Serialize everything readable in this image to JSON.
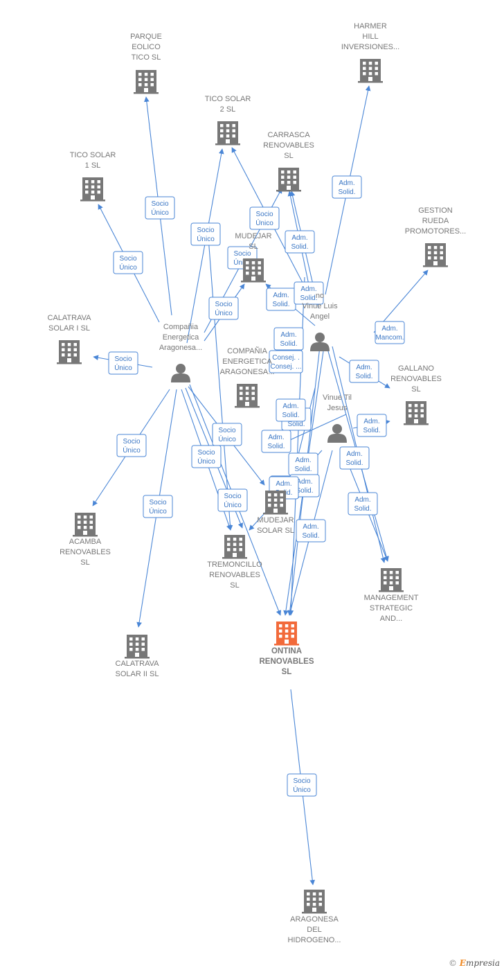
{
  "nodes": [
    {
      "id": "parque_eolico",
      "type": "company",
      "lines": [
        "PARQUE",
        "EOLICO",
        "TICO  SL"
      ]
    },
    {
      "id": "harmer",
      "type": "company",
      "lines": [
        "HARMER",
        "HILL",
        "INVERSIONES..."
      ]
    },
    {
      "id": "tico_solar_2",
      "type": "company",
      "lines": [
        "TICO SOLAR",
        "2  SL"
      ]
    },
    {
      "id": "carrasca",
      "type": "company",
      "lines": [
        "CARRASCA",
        "RENOVABLES",
        "SL"
      ]
    },
    {
      "id": "tico_solar_1",
      "type": "company",
      "lines": [
        "TICO SOLAR",
        "1  SL"
      ]
    },
    {
      "id": "gestion_rueda",
      "type": "company",
      "lines": [
        "GESTION",
        "RUEDA",
        "PROMOTORES..."
      ]
    },
    {
      "id": "mudejar_sl",
      "type": "company",
      "lines": [
        "MUDEJAR",
        "SL"
      ]
    },
    {
      "id": "calatrava_1",
      "type": "company",
      "lines": [
        "CALATRAVA",
        "SOLAR I  SL"
      ]
    },
    {
      "id": "compania_person",
      "type": "person",
      "lines": [
        "Compañia",
        "Energetica",
        "Aragonesa..."
      ]
    },
    {
      "id": "vinue_luis",
      "type": "person",
      "lines": [
        "no",
        "Vinue Luis",
        "Angel"
      ]
    },
    {
      "id": "compania_company",
      "type": "company",
      "lines": [
        "COMPAÑIA",
        "ENERGETICA",
        "ARAGONESA..."
      ]
    },
    {
      "id": "gallano",
      "type": "company",
      "lines": [
        "GALLANO",
        "RENOVABLES",
        "SL"
      ]
    },
    {
      "id": "vinue_jesus",
      "type": "person",
      "lines": [
        "Vinue Til",
        "Jesus"
      ]
    },
    {
      "id": "acamba",
      "type": "company",
      "lines": [
        "ACAMBA",
        "RENOVABLES",
        "SL"
      ]
    },
    {
      "id": "mudejar_solar",
      "type": "company",
      "lines": [
        "MUDEJAR",
        "SOLAR  SL"
      ]
    },
    {
      "id": "tremoncillo",
      "type": "company",
      "lines": [
        "TREMONCILLO",
        "RENOVABLES",
        "SL"
      ]
    },
    {
      "id": "management",
      "type": "company",
      "lines": [
        "MANAGEMENT",
        "STRATEGIC",
        "AND..."
      ]
    },
    {
      "id": "ontina",
      "type": "company",
      "main": true,
      "lines": [
        "ONTINA",
        "RENOVABLES",
        "SL"
      ]
    },
    {
      "id": "calatrava_2",
      "type": "company",
      "lines": [
        "CALATRAVA",
        "SOLAR II  SL"
      ]
    },
    {
      "id": "aragonesa_hidrogeno",
      "type": "company",
      "lines": [
        "ARAGONESA",
        "DEL",
        "HIDROGENO..."
      ]
    }
  ],
  "relations": [
    {
      "id": "r1",
      "lines": [
        "Socio",
        "Único"
      ]
    },
    {
      "id": "r2",
      "lines": [
        "Socio",
        "Único"
      ]
    },
    {
      "id": "r3",
      "lines": [
        "Socio",
        "Único"
      ]
    },
    {
      "id": "r4",
      "lines": [
        "Socio",
        "Único"
      ]
    },
    {
      "id": "r5",
      "lines": [
        "Socio",
        "Único"
      ]
    },
    {
      "id": "r6",
      "lines": [
        "Socio",
        "Único"
      ]
    },
    {
      "id": "r7",
      "lines": [
        "Socio",
        "Único"
      ]
    },
    {
      "id": "r8",
      "lines": [
        "Socio",
        "Único"
      ]
    },
    {
      "id": "r9",
      "lines": [
        "Socio",
        "Único"
      ]
    },
    {
      "id": "r10",
      "lines": [
        "Socio",
        "Único"
      ]
    },
    {
      "id": "r11",
      "lines": [
        "Socio",
        "Único"
      ]
    },
    {
      "id": "r12",
      "lines": [
        "Socio",
        "Único"
      ]
    },
    {
      "id": "r13",
      "lines": [
        "Socio",
        "Único"
      ]
    },
    {
      "id": "r14",
      "lines": [
        "Adm.",
        "Solid."
      ]
    },
    {
      "id": "r15",
      "lines": [
        "Adm.",
        "Solid."
      ]
    },
    {
      "id": "r16",
      "lines": [
        "Adm.",
        "Solid."
      ]
    },
    {
      "id": "r17",
      "lines": [
        "Adm.",
        "Solid."
      ]
    },
    {
      "id": "r18",
      "lines": [
        "Adm.",
        "Solid."
      ]
    },
    {
      "id": "r19",
      "lines": [
        "Adm.",
        "Solid."
      ]
    },
    {
      "id": "r20",
      "lines": [
        "Consej. .",
        "Consej. ..."
      ]
    },
    {
      "id": "r21",
      "lines": [
        "Adm.",
        "Mancom."
      ]
    },
    {
      "id": "r22",
      "lines": [
        "Adm.",
        "Solid."
      ]
    },
    {
      "id": "r23",
      "lines": [
        "Adm.",
        "Solid."
      ]
    },
    {
      "id": "r24",
      "lines": [
        "Adm.",
        "Solid."
      ]
    },
    {
      "id": "r25",
      "lines": [
        "Adm.",
        "Solid."
      ]
    },
    {
      "id": "r26",
      "lines": [
        "Adm.",
        "Solid."
      ]
    },
    {
      "id": "r27",
      "lines": [
        "Adm.",
        "Solid."
      ]
    },
    {
      "id": "r28",
      "lines": [
        "Adm.",
        "Solid."
      ]
    },
    {
      "id": "r29",
      "lines": [
        "Adm.",
        "Solid."
      ]
    },
    {
      "id": "r30",
      "lines": [
        "Adm.",
        "Solid."
      ]
    },
    {
      "id": "r31",
      "lines": [
        "Adm.",
        "Solid."
      ]
    },
    {
      "id": "r32",
      "lines": [
        "Adm.",
        "Solid."
      ]
    }
  ],
  "footer": {
    "copyright": "©",
    "brand_first": "E",
    "brand_rest": "mpresia"
  },
  "colors": {
    "edge": "#4a86d6",
    "company_icon": "#777777",
    "main_icon": "#f26a3a",
    "person_icon": "#777777"
  }
}
